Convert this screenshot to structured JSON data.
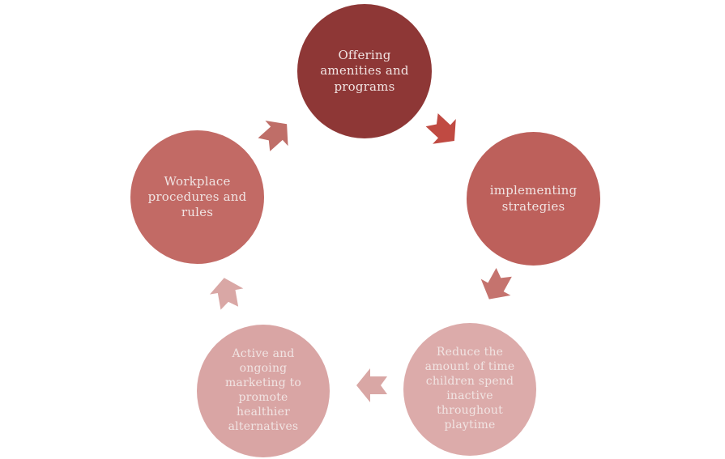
{
  "diagram": {
    "type": "cycle",
    "background_color": "#ffffff",
    "text_color": "#f1e4e3",
    "nodes": [
      {
        "id": "offering",
        "label": "Offering\namenities and\nprograms",
        "color": "#8e3736",
        "position": "top"
      },
      {
        "id": "implementing",
        "label": "implementing\nstrategies",
        "color": "#bd605b",
        "position": "right"
      },
      {
        "id": "reduce",
        "label": "Reduce the\namount of time\nchildren spend\ninactive\nthroughout\nplaytime",
        "color": "#dcabaa",
        "position": "bottom-right"
      },
      {
        "id": "marketing",
        "label": "Active and\nongoing\nmarketing to\npromote\nhealthier\nalternatives",
        "color": "#d9a5a4",
        "position": "bottom-left"
      },
      {
        "id": "workplace",
        "label": "Workplace\nprocedures and\nrules",
        "color": "#c26a65",
        "position": "left"
      }
    ],
    "arrows": [
      {
        "id": "offering-to-implementing",
        "from": "offering",
        "to": "implementing",
        "direction": "down-right",
        "color": "#c04a42"
      },
      {
        "id": "implementing-to-reduce",
        "from": "implementing",
        "to": "reduce",
        "direction": "down-left",
        "color": "#c5736e"
      },
      {
        "id": "reduce-to-marketing",
        "from": "reduce",
        "to": "marketing",
        "direction": "left",
        "color": "#d9a7a5"
      },
      {
        "id": "marketing-to-workplace",
        "from": "marketing",
        "to": "workplace",
        "direction": "up",
        "color": "#d9a7a5"
      },
      {
        "id": "workplace-to-offering",
        "from": "workplace",
        "to": "offering",
        "direction": "up-right",
        "color": "#bf6e68"
      }
    ]
  }
}
